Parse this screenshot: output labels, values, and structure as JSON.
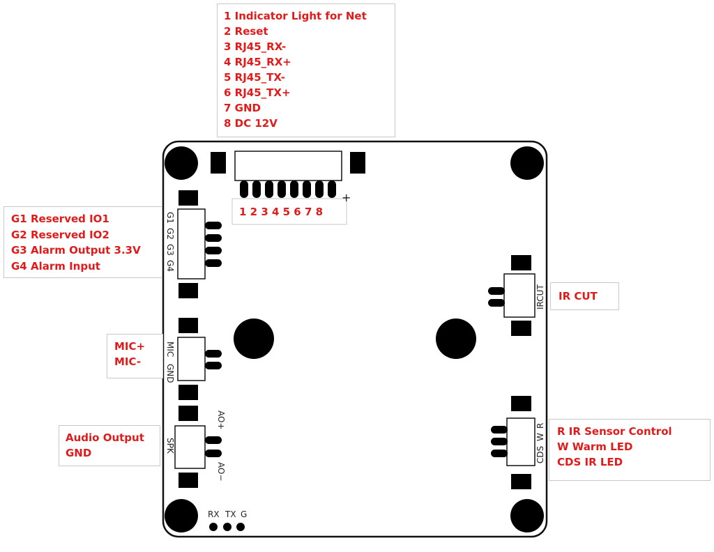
{
  "callouts": {
    "net_pins": [
      "1 Indicator Light for Net",
      "2 Reset",
      "3 RJ45_RX-",
      "4 RJ45_RX+",
      "5 RJ45_TX-",
      "6 RJ45_TX+",
      "7 GND",
      "8 DC 12V"
    ],
    "gpio": [
      "G1 Reserved IO1",
      "G2 Reserved IO2",
      "G3 Alarm Output 3.3V",
      "G4 Alarm Input"
    ],
    "mic": [
      "MIC+",
      "MIC-"
    ],
    "audio": [
      "Audio Output",
      "GND"
    ],
    "ircut": "IR CUT",
    "cds": [
      "R IR Sensor Control",
      "W Warm LED",
      "CDS IR LED"
    ]
  },
  "board": {
    "pin_numbers": "1 2 3 4 5 6 7 8",
    "plus_mark": "+",
    "gpio_labels": [
      "G1",
      "G2",
      "G3",
      "G4"
    ],
    "mic_labels": [
      "MIC",
      "GND"
    ],
    "spk_label": "SPK",
    "ao_plus": "AO+",
    "ao_minus": "AO−",
    "ircut_label": "IRCUT",
    "cds_labels": [
      "CDS",
      "W",
      "R"
    ],
    "uart_labels": [
      "RX",
      "TX",
      "G"
    ]
  },
  "colors": {
    "callout_text": "#e01b1b",
    "outline": "#111111",
    "callout_border": "#c8c8c8"
  }
}
